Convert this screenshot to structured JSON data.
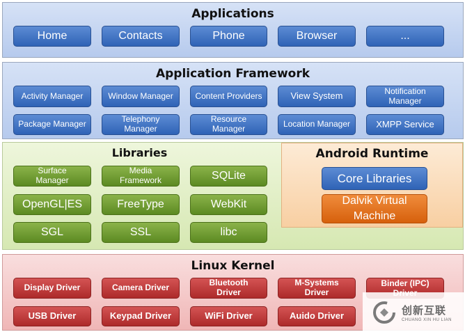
{
  "applications": {
    "title": "Applications",
    "items": [
      "Home",
      "Contacts",
      "Phone",
      "Browser",
      "..."
    ]
  },
  "framework": {
    "title": "Application Framework",
    "row1": [
      "Activity Manager",
      "Window Manager",
      "Content Providers",
      "View System",
      "Notification Manager"
    ],
    "row2": [
      "Package Manager",
      "Telephony Manager",
      "Resource Manager",
      "Location Manager",
      "XMPP Service"
    ]
  },
  "libraries": {
    "title": "Libraries",
    "items": [
      "Surface Manager",
      "Media Framework",
      "SQLite",
      "OpenGL|ES",
      "FreeType",
      "WebKit",
      "SGL",
      "SSL",
      "libc"
    ]
  },
  "runtime": {
    "title": "Android Runtime",
    "core": "Core Libraries",
    "vm": "Dalvik Virtual Machine"
  },
  "kernel": {
    "title": "Linux Kernel",
    "row1": [
      "Display Driver",
      "Camera Driver",
      "Bluetooth Driver",
      "M-Systems Driver",
      "Binder (IPC) Driver"
    ],
    "row2": [
      "USB Driver",
      "Keypad Driver",
      "WiFi Driver",
      "Auido Driver"
    ]
  },
  "watermark": {
    "brand_cn": "创新互联",
    "brand_en": "CHUANG XIN HU LIAN"
  }
}
